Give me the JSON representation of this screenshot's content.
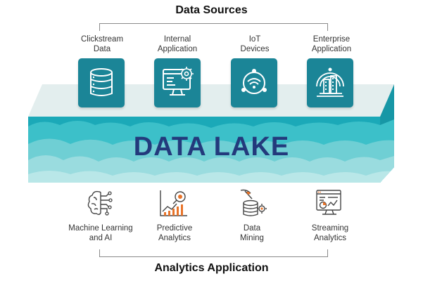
{
  "header": {
    "title": "Data Sources"
  },
  "sources": [
    {
      "label_line1": "Clickstream",
      "label_line2": "Data",
      "icon": "database-icon"
    },
    {
      "label_line1": "Internal",
      "label_line2": "Application",
      "icon": "monitor-gear-icon"
    },
    {
      "label_line1": "IoT",
      "label_line2": "Devices",
      "icon": "iot-hub-icon"
    },
    {
      "label_line1": "Enterprise",
      "label_line2": "Application",
      "icon": "enterprise-building-icon"
    }
  ],
  "lake": {
    "label": "DATA LAKE",
    "colors": {
      "top_face": "#e3eeee",
      "front_light": "#7fd3d8",
      "front_mid": "#3cc0c9",
      "front_dark": "#1ba9b8",
      "tile": "#1b8597",
      "label": "#233a7c"
    }
  },
  "applications": [
    {
      "label_line1": "Machine Learning",
      "label_line2": "and AI",
      "icon": "brain-circuit-icon"
    },
    {
      "label_line1": "Predictive",
      "label_line2": "Analytics",
      "icon": "chart-magnifier-icon"
    },
    {
      "label_line1": "Data",
      "label_line2": "Mining",
      "icon": "mining-database-icon"
    },
    {
      "label_line1": "Streaming",
      "label_line2": "Analytics",
      "icon": "streaming-dashboard-icon"
    }
  ],
  "footer": {
    "title": "Analytics Application"
  }
}
